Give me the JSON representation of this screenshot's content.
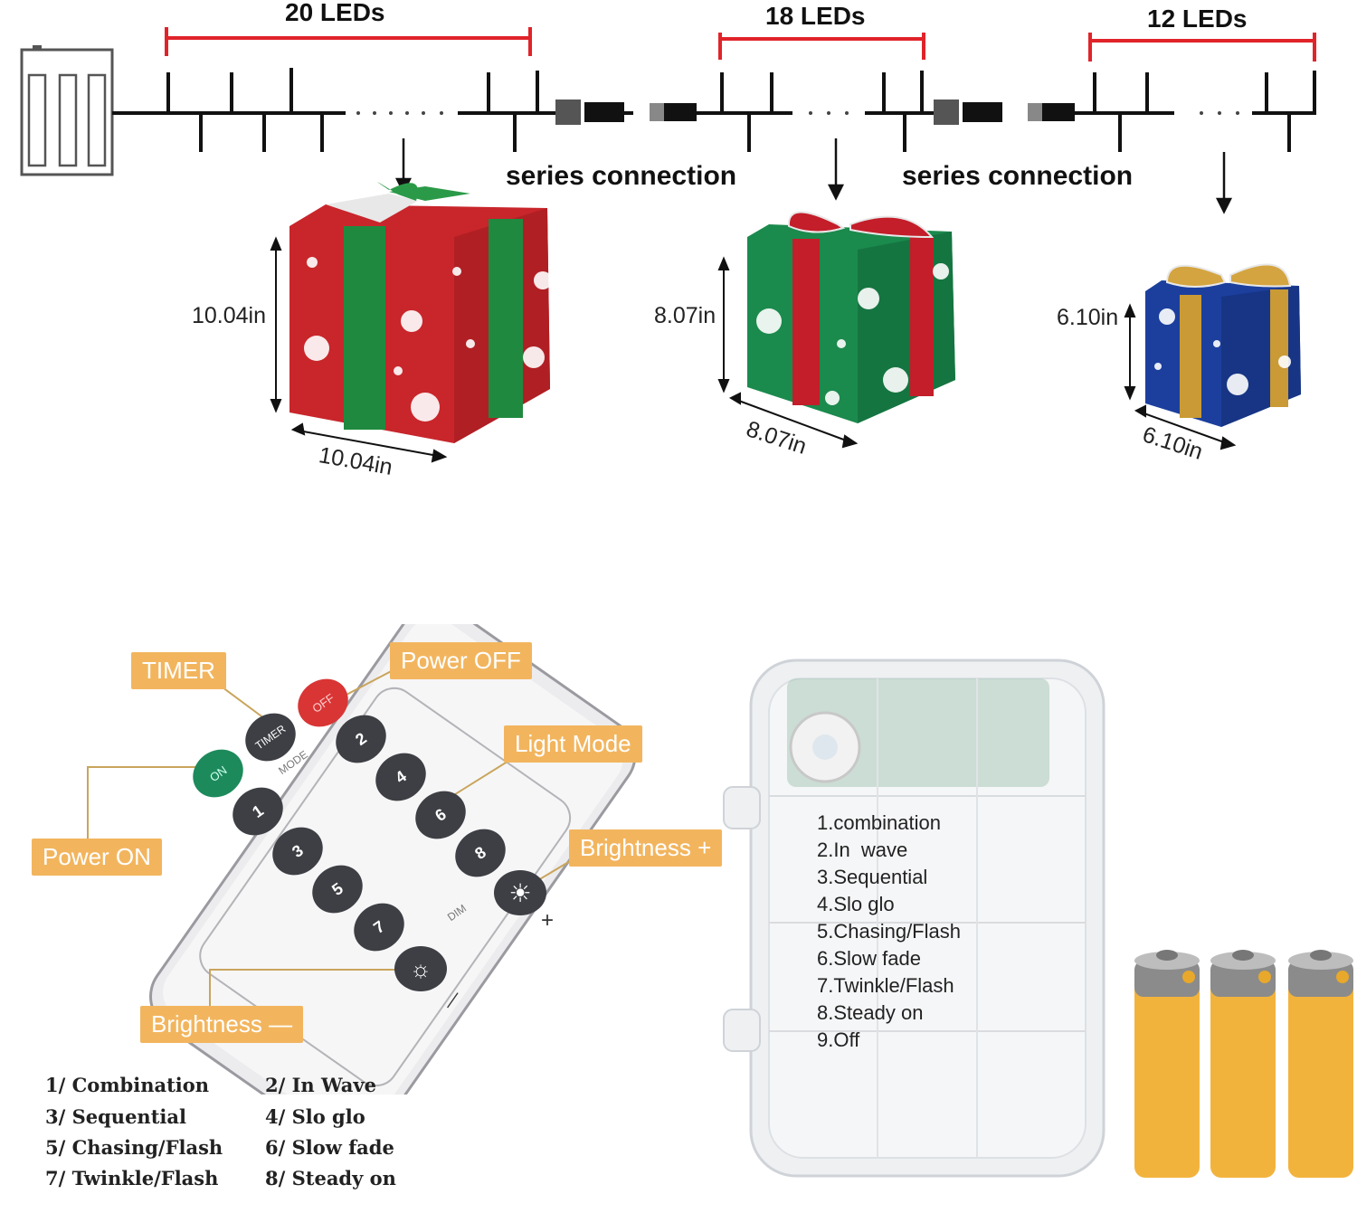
{
  "segments": [
    {
      "label": "20 LEDs"
    },
    {
      "label": "18 LEDs"
    },
    {
      "label": "12 LEDs"
    }
  ],
  "series_connection": [
    "series connection",
    "series connection"
  ],
  "boxes": [
    {
      "height": "10.04in",
      "width": "10.04in",
      "color": "#c8262b",
      "ribbon": "#1f8a3f"
    },
    {
      "height": "8.07in",
      "width": "8.07in",
      "color": "#1b8a4d",
      "ribbon": "#c31e2a"
    },
    {
      "height": "6.10in",
      "width": "6.10in",
      "color": "#1c3f9e",
      "ribbon": "#c99a35"
    }
  ],
  "remote": {
    "callouts": {
      "timer": "TIMER",
      "power_off": "Power OFF",
      "light_mode": "Light Mode",
      "brightness_plus": "Brightness +",
      "power_on": "Power ON",
      "brightness_minus": "Brightness —"
    },
    "buttons": {
      "on": "ON",
      "off": "OFF",
      "timer": "TIMER",
      "mode": "MODE",
      "dim": "DIM",
      "plus": "+",
      "minus": "—",
      "numbers": [
        "1",
        "2",
        "3",
        "4",
        "5",
        "6",
        "7",
        "8"
      ]
    }
  },
  "battery_box_modes": [
    "1.combination",
    "2.In  wave",
    "3.Sequential",
    "4.Slo glo",
    "5.Chasing/Flash",
    "6.Slow fade",
    "7.Twinkle/Flash",
    "8.Steady on",
    "9.Off"
  ],
  "legend": [
    [
      "1/ Combination",
      "2/ In Wave"
    ],
    [
      "3/ Sequential",
      "4/ Slo glo"
    ],
    [
      "5/ Chasing/Flash",
      "6/ Slow fade"
    ],
    [
      "7/ Twinkle/Flash",
      "8/ Steady on"
    ]
  ],
  "colors": {
    "callout": "#f2b55e",
    "segment_bar": "#e0242a",
    "battery": "#f2b33d"
  }
}
